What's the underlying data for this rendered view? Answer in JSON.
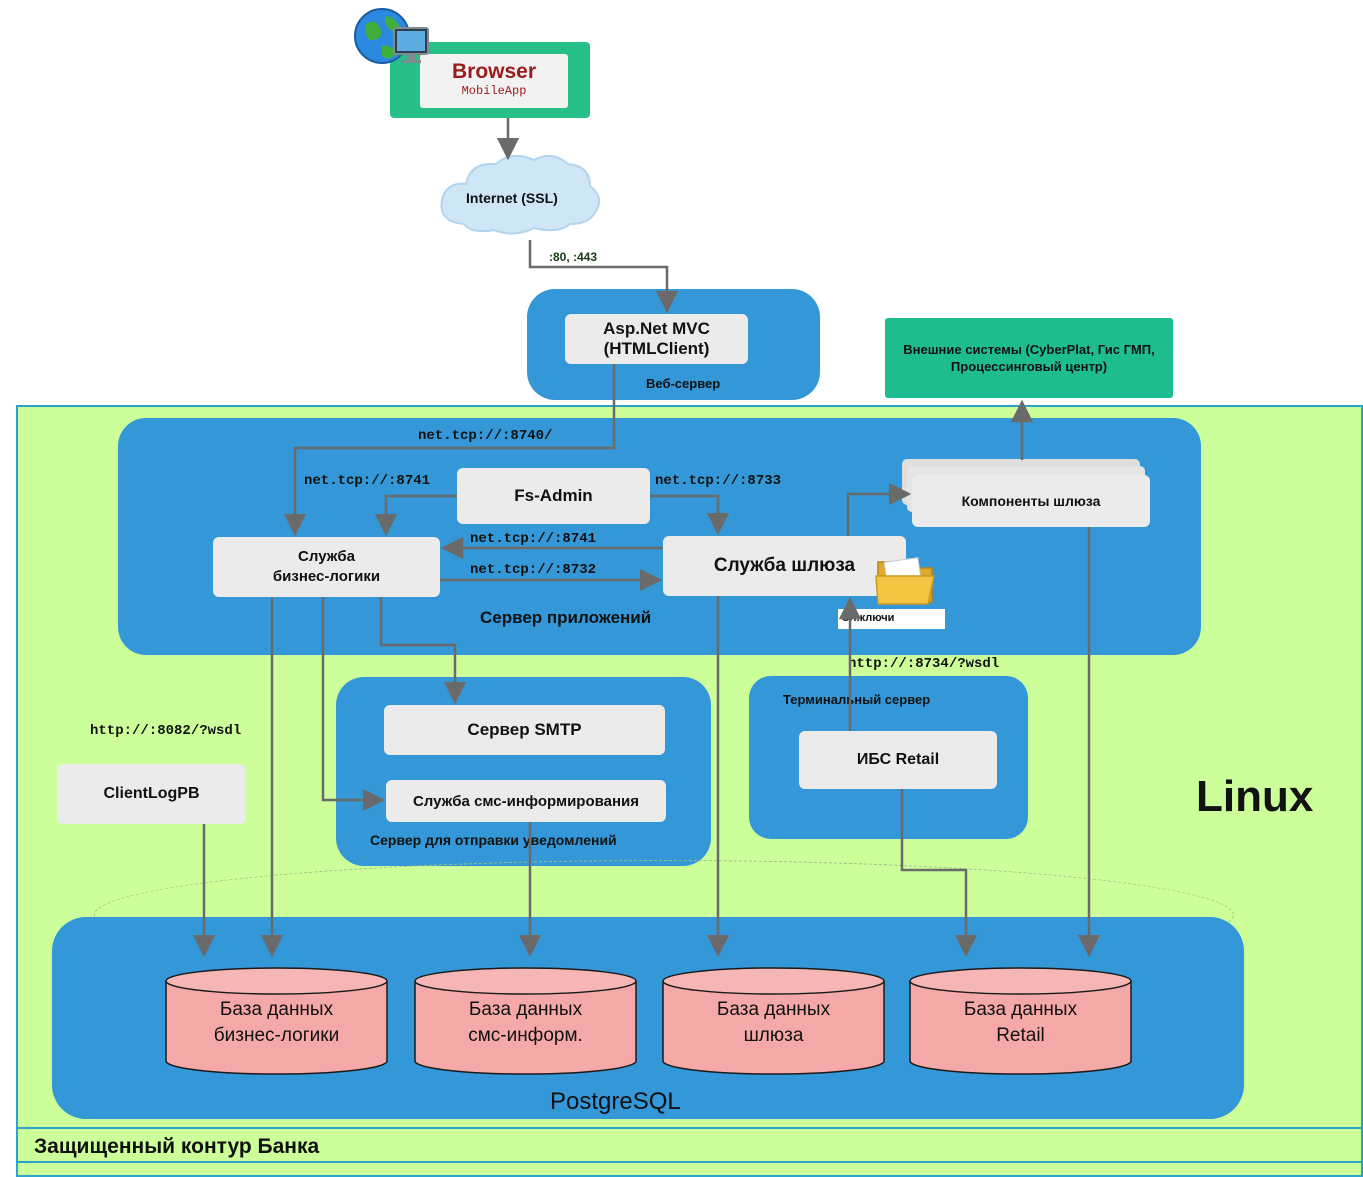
{
  "browser": {
    "title": "Browser",
    "subtitle": "MobileApp"
  },
  "internet": {
    "label": "Internet (SSL)"
  },
  "ports": {
    "web": ":80, :443"
  },
  "web_server": {
    "app": "Asp.Net MVC\n(HTMLClient)",
    "label": "Веб-сервер"
  },
  "external": {
    "label": "Внешние системы (CyberPlat, Гис ГМП, Процессинговый центр)"
  },
  "linux_zone": {
    "label": "Linux",
    "footer": "Защищенный контур Банка"
  },
  "app_server": {
    "label": "Сервер приложений",
    "fs_admin": "Fs-Admin",
    "business": "Служба\nбизнес-логики",
    "gateway": "Служба шлюза",
    "components": "Компоненты шлюза",
    "keys": "Эл.ключи"
  },
  "protocols": {
    "p8740": "net.tcp://:8740/",
    "p8741_left": "net.tcp://:8741",
    "p8733": "net.tcp://:8733",
    "p8741_mid": "net.tcp://:8741",
    "p8732": "net.tcp://:8732",
    "p8734": "http://:8734/?wsdl",
    "p8082": "http://:8082/?wsdl"
  },
  "notify_server": {
    "label": "Сервер для отправки уведомлений",
    "smtp": "Сервер SMTP",
    "sms": "Служба смс-информирования"
  },
  "terminal_server": {
    "label": "Терминальный сервер",
    "retail": "ИБС Retail"
  },
  "client_log": {
    "label": "ClientLogPB"
  },
  "postgres": {
    "label": "PostgreSQL",
    "databases": [
      "База данных\nбизнес-логики",
      "База данных\nсмс-информ.",
      "База данных\nшлюза",
      "База данных\nRetail"
    ]
  },
  "colors": {
    "zone": "#ccff99",
    "zone_border": "#29a3c7",
    "server": "#3498d8",
    "node": "#ebebeb",
    "db": "#f4a9a8",
    "external": "#1ebd8f",
    "browser": "#27c089"
  }
}
